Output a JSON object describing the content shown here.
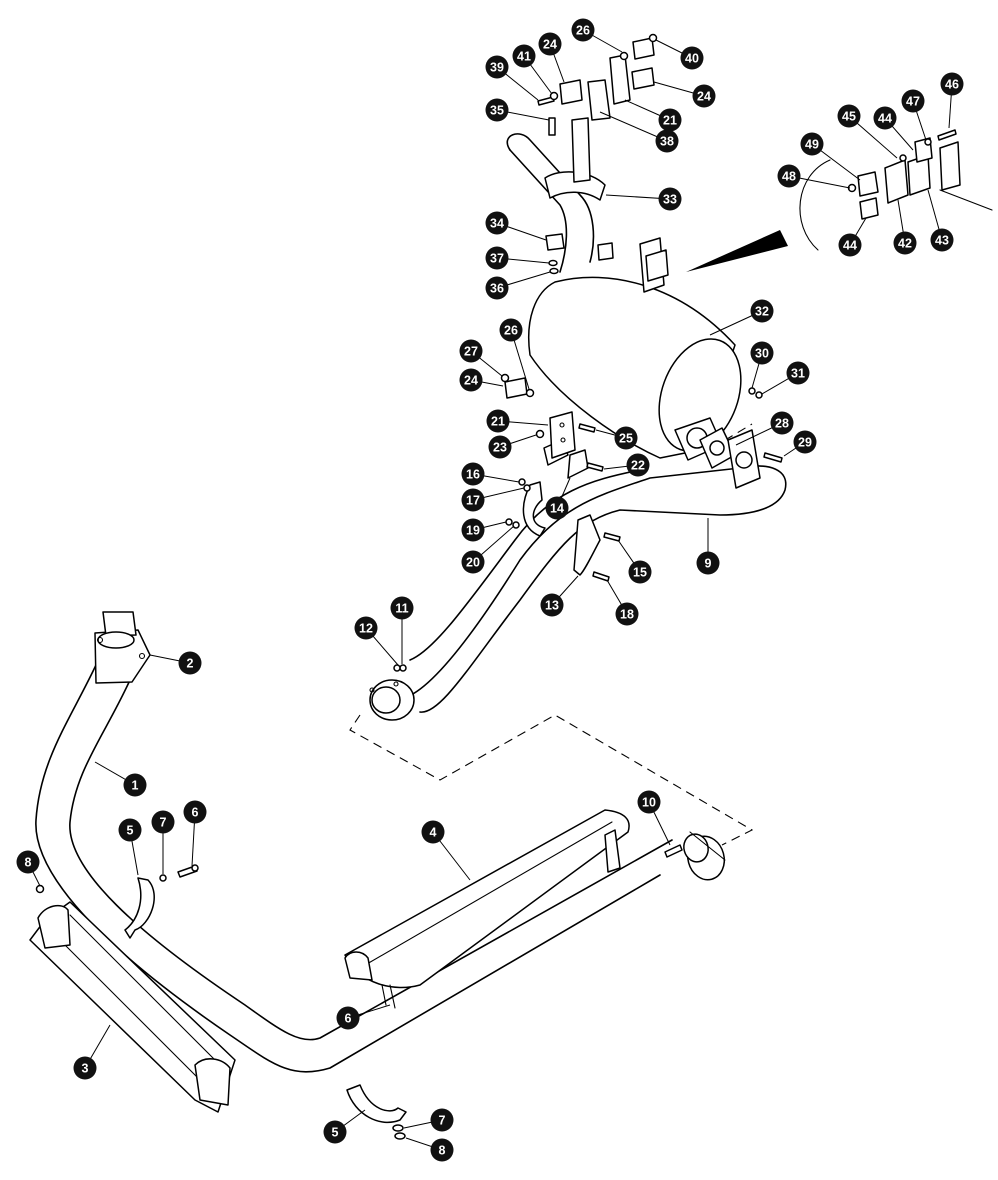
{
  "diagram": {
    "callouts": [
      {
        "label": "1"
      },
      {
        "label": "2"
      },
      {
        "label": "3"
      },
      {
        "label": "4"
      },
      {
        "label": "5"
      },
      {
        "label": "5"
      },
      {
        "label": "6"
      },
      {
        "label": "6"
      },
      {
        "label": "7"
      },
      {
        "label": "7"
      },
      {
        "label": "8"
      },
      {
        "label": "8"
      },
      {
        "label": "9"
      },
      {
        "label": "10"
      },
      {
        "label": "11"
      },
      {
        "label": "12"
      },
      {
        "label": "13"
      },
      {
        "label": "14"
      },
      {
        "label": "15"
      },
      {
        "label": "16"
      },
      {
        "label": "17"
      },
      {
        "label": "18"
      },
      {
        "label": "19"
      },
      {
        "label": "20"
      },
      {
        "label": "21"
      },
      {
        "label": "21"
      },
      {
        "label": "22"
      },
      {
        "label": "23"
      },
      {
        "label": "24"
      },
      {
        "label": "24"
      },
      {
        "label": "24"
      },
      {
        "label": "25"
      },
      {
        "label": "26"
      },
      {
        "label": "26"
      },
      {
        "label": "27"
      },
      {
        "label": "28"
      },
      {
        "label": "29"
      },
      {
        "label": "30"
      },
      {
        "label": "31"
      },
      {
        "label": "32"
      },
      {
        "label": "33"
      },
      {
        "label": "34"
      },
      {
        "label": "35"
      },
      {
        "label": "36"
      },
      {
        "label": "37"
      },
      {
        "label": "38"
      },
      {
        "label": "39"
      },
      {
        "label": "40"
      },
      {
        "label": "41"
      },
      {
        "label": "42"
      },
      {
        "label": "43"
      },
      {
        "label": "44"
      },
      {
        "label": "44"
      },
      {
        "label": "45"
      },
      {
        "label": "46"
      },
      {
        "label": "47"
      },
      {
        "label": "48"
      },
      {
        "label": "49"
      }
    ]
  }
}
